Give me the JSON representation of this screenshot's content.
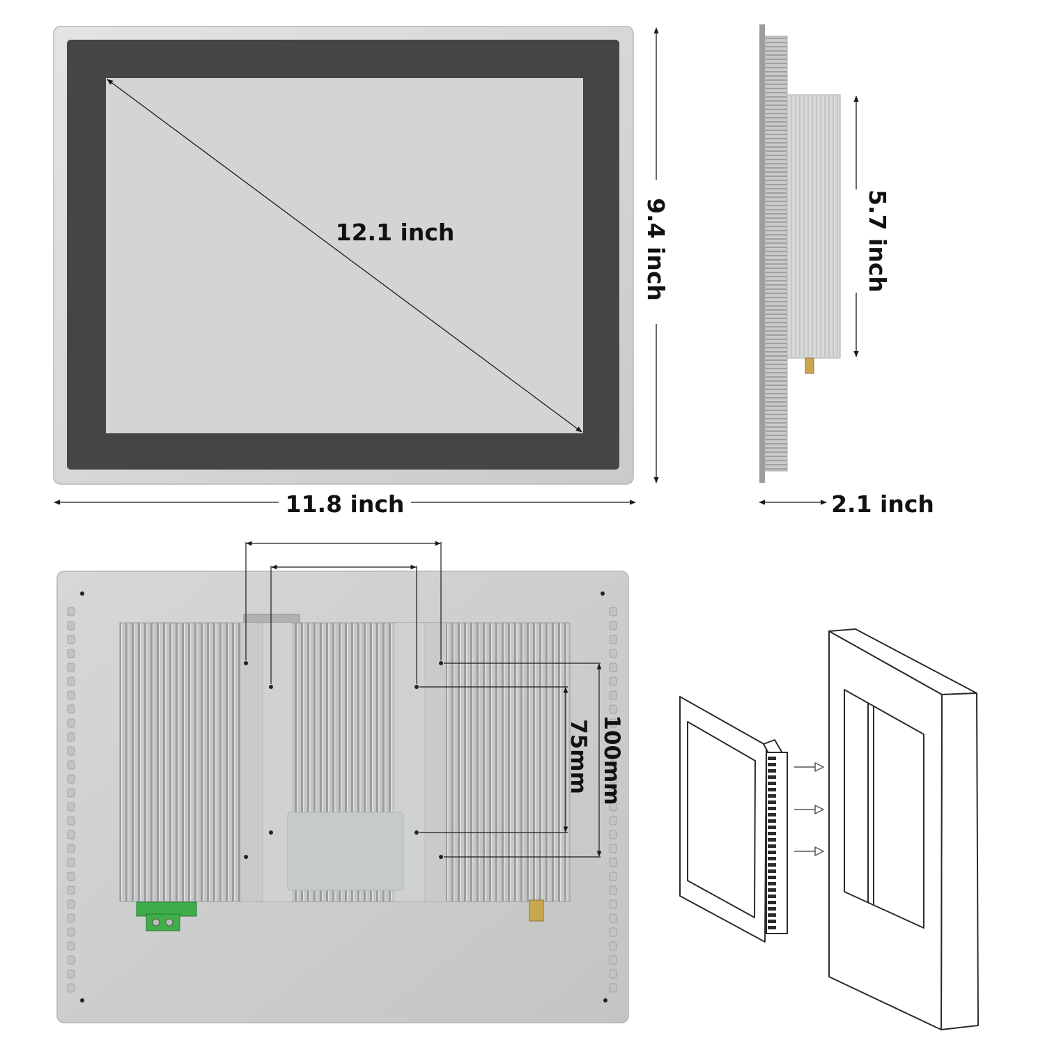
{
  "dimensions": {
    "screen_diagonal": "12.1 inch",
    "panel_width": "11.8 inch",
    "panel_height": "9.4 inch",
    "housing_height": "5.7 inch",
    "panel_depth": "2.1 inch",
    "vesa_outer": "100mm",
    "vesa_inner": "75mm"
  },
  "colors": {
    "frame": "#cfd1d0",
    "bezel": "#454547",
    "screen": "#d4d4d4",
    "heatsink": "#b9bbbb",
    "terminal": "#3fae4a",
    "line": "#1a1a1a"
  },
  "icons": {
    "mounting_arrows": "arrow-right-icon"
  }
}
